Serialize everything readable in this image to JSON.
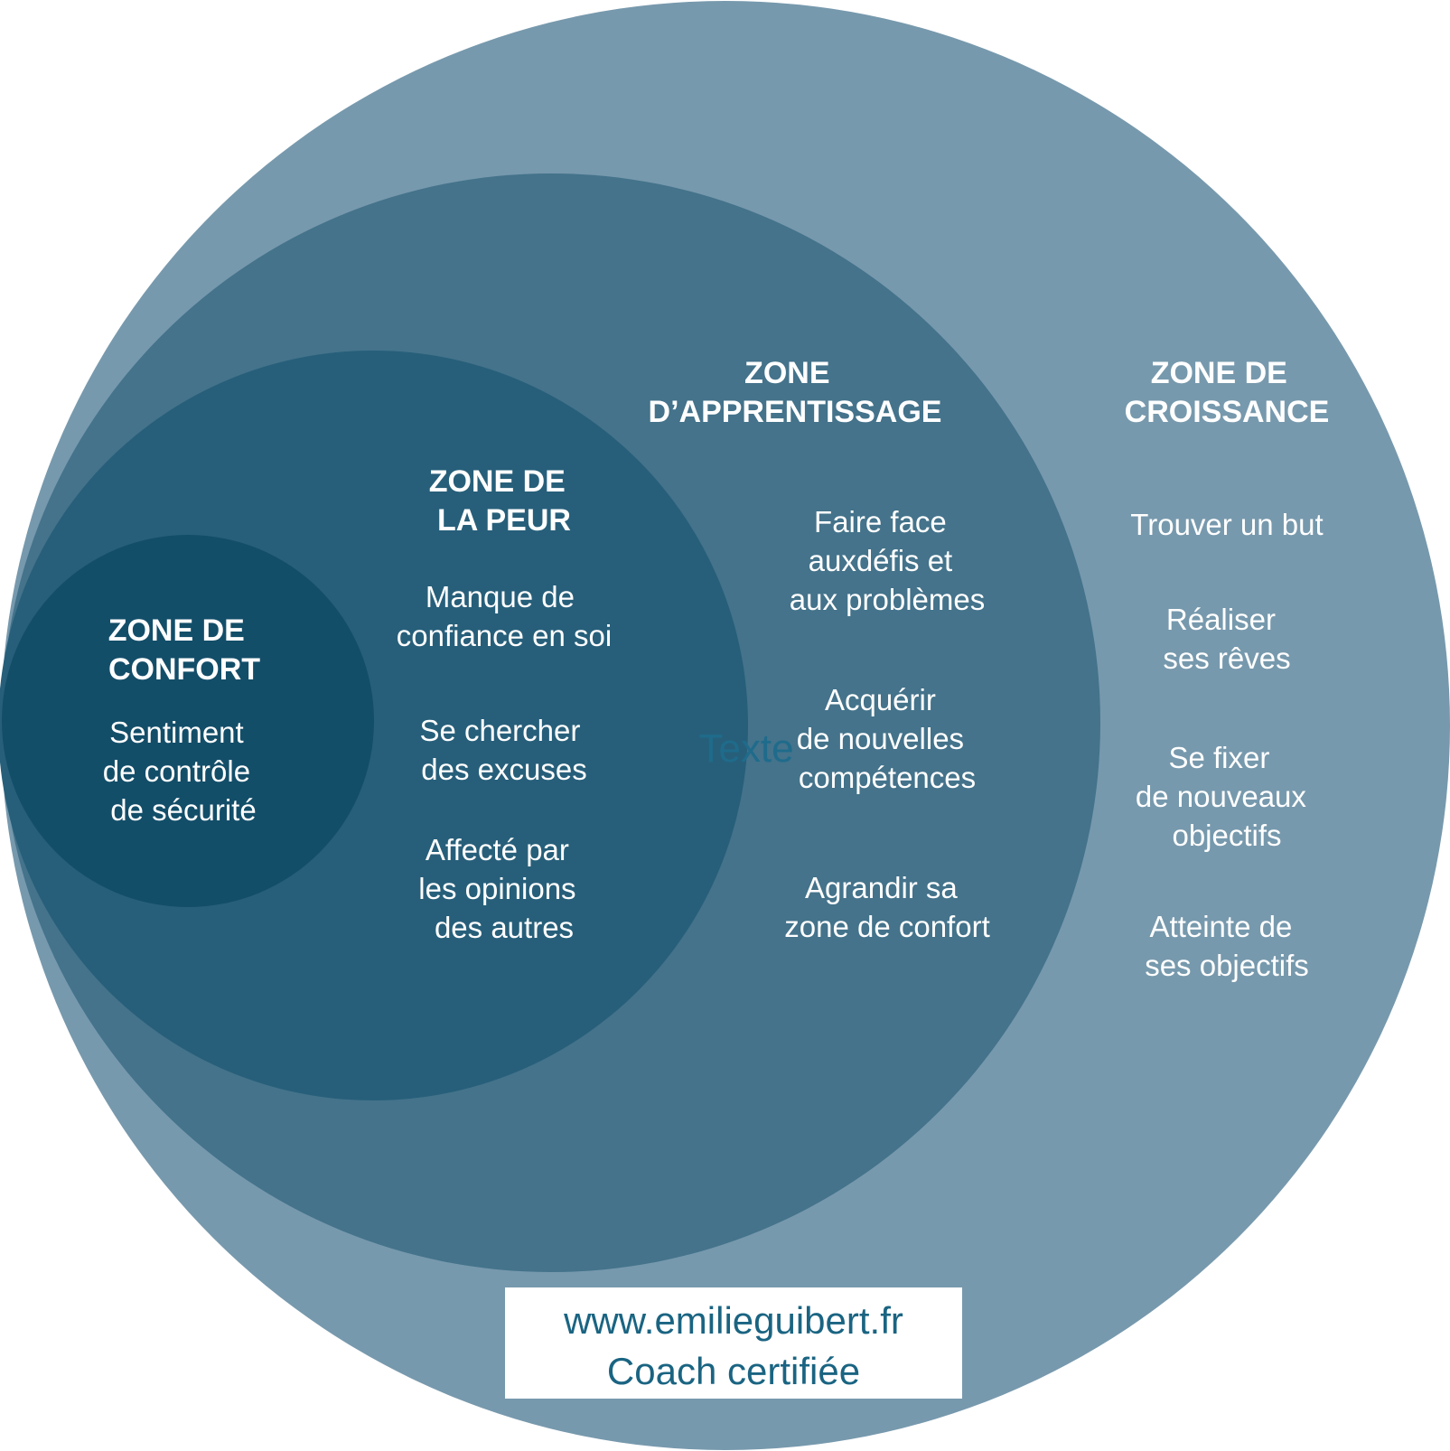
{
  "colors": {
    "zone_croissance": "#7799ad",
    "zone_apprentissage": "#44738b",
    "zone_peur": "#275f7a",
    "zone_confort": "#134e69",
    "text_light": "#ffffff",
    "footer_bg": "#ffffff",
    "footer_text": "#1a6482",
    "stray_text": "#1f6b8b"
  },
  "zones": {
    "confort": {
      "title": [
        "ZONE DE",
        "CONFORT"
      ],
      "items": [
        [
          "Sentiment",
          "de contrôle",
          "de sécurité"
        ]
      ]
    },
    "peur": {
      "title": [
        "ZONE DE",
        "LA PEUR"
      ],
      "items": [
        [
          "Manque de",
          "confiance en soi"
        ],
        [
          "Se chercher",
          "des excuses"
        ],
        [
          "Affecté par",
          "les opinions",
          "des autres"
        ]
      ]
    },
    "apprentissage": {
      "title": [
        "ZONE",
        "D’APPRENTISSAGE"
      ],
      "items": [
        [
          "Faire face",
          "auxdéfis et",
          "aux problèmes"
        ],
        [
          "Acquérir",
          "de nouvelles",
          "compétences"
        ],
        [
          "Agrandir sa",
          "zone de confort"
        ]
      ]
    },
    "croissance": {
      "title": [
        "ZONE DE",
        "CROISSANCE"
      ],
      "items": [
        [
          "Trouver un but"
        ],
        [
          "Réaliser",
          "ses rêves"
        ],
        [
          "Se fixer",
          "de nouveaux",
          "objectifs"
        ],
        [
          "Atteinte de",
          "ses objectifs"
        ]
      ]
    }
  },
  "stray_label": "Texte",
  "footer": {
    "website": "www.emilieguibert.fr",
    "tagline": "Coach certifiée"
  }
}
